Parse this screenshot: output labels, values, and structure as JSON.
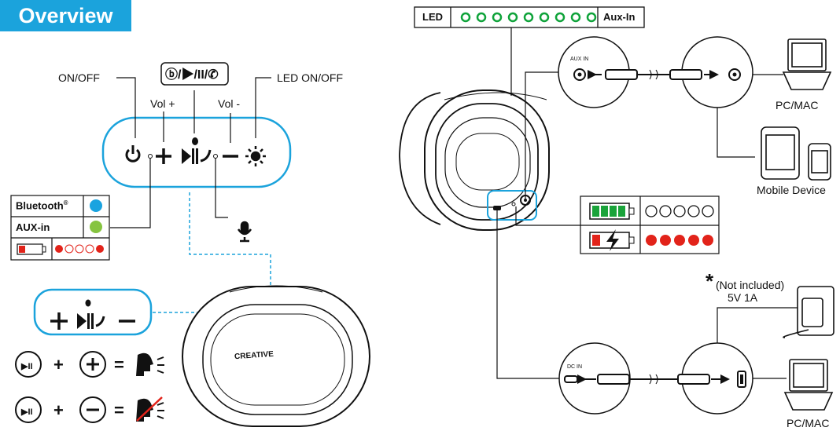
{
  "title": "Overview",
  "panel": {
    "on_off": "ON/OFF",
    "vol_up": "Vol +",
    "vol_down": "Vol -",
    "led_on_off": "LED ON/OFF"
  },
  "status_table": {
    "bluetooth": "Bluetooth",
    "bluetooth_reg": "®",
    "aux_in": "AUX-in",
    "bluetooth_color": "#1aa3e0",
    "aux_color": "#86c440",
    "battery_color": "#e2231a"
  },
  "led_strip": {
    "left_label": "LED",
    "right_label": "Aux-In",
    "dot_color": "#0fa33a",
    "dot_count": 9
  },
  "aux_jack_label": "AUX IN",
  "dc_jack_label": "DC IN",
  "devices": {
    "pc_mac_top": "PC/MAC",
    "mobile_device": "Mobile Device",
    "pc_mac_bottom": "PC/MAC"
  },
  "charger": {
    "asterisk": "*",
    "not_included": "(Not included)",
    "spec": "5V 1A"
  },
  "speaker_brand": "CREATIVE",
  "battery_legend": {
    "full_dots": 5,
    "low_dots": 5,
    "low_color": "#e2231a",
    "full_color": "#1aa33a"
  }
}
